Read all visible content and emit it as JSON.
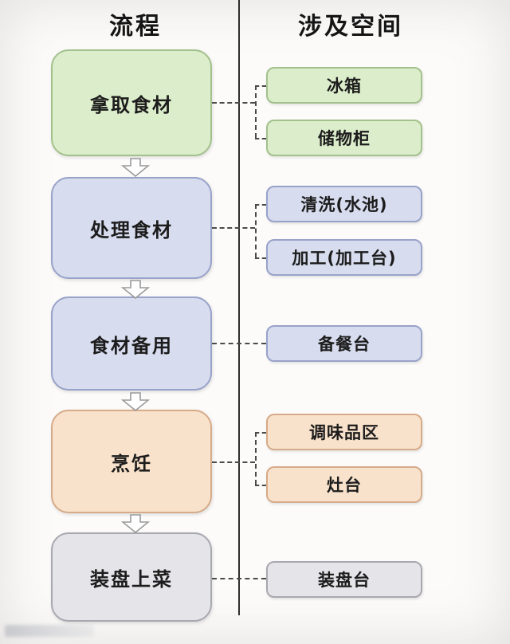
{
  "titles": {
    "process": "流程",
    "spaces": "涉及空间"
  },
  "flow": [
    {
      "step": "拿取食材",
      "theme": "green",
      "spaces": [
        "冰箱",
        "储物柜"
      ]
    },
    {
      "step": "处理食材",
      "theme": "blue",
      "spaces": [
        "清洗(水池)",
        "加工(加工台)"
      ]
    },
    {
      "step": "食材备用",
      "theme": "blue",
      "spaces": [
        "备餐台"
      ]
    },
    {
      "step": "烹饪",
      "theme": "orange",
      "spaces": [
        "调味品区",
        "灶台"
      ]
    },
    {
      "step": "装盘上菜",
      "theme": "gray",
      "spaces": [
        "装盘台"
      ]
    }
  ],
  "colors": {
    "green_fill": "#dcedcb",
    "green_border": "#a3c18c",
    "blue_fill": "#d7dcee",
    "blue_border": "#99a3c9",
    "orange_fill": "#f9e2cb",
    "orange_border": "#d6ab8a",
    "gray_fill": "#e4e4e9",
    "gray_border": "#a8a8b0",
    "connector": "#4a4a4a",
    "divider": "#2e2e2e"
  }
}
